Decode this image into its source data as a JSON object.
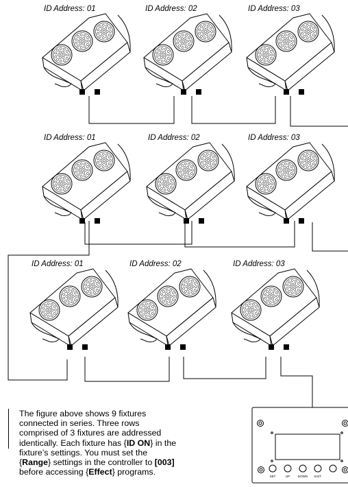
{
  "rows": [
    {
      "labels": [
        "ID Address: 01",
        "ID Address: 02",
        "ID Address: 03"
      ]
    },
    {
      "labels": [
        "ID Address: 01",
        "ID Address: 02",
        "ID Address: 03"
      ]
    },
    {
      "labels": [
        "ID Address: 01",
        "ID Address: 02",
        "ID Address: 03"
      ]
    }
  ],
  "controller": {
    "buttons": [
      "SET",
      "UP",
      "DOWN",
      "EXIT"
    ]
  },
  "caption": {
    "t1": "The figure above shows 9 fixtures connected in series. Three rows comprised of 3 fixtures are addressed identically. Each fixture has {",
    "b1": "ID ON",
    "t2": "} in the fixture’s settings. You must set the {",
    "b2": "Range",
    "t3": "} settings in the controller to ",
    "b3": "[003]",
    "t4": " before accessing {",
    "b4": "Effect",
    "t5": "} programs."
  }
}
